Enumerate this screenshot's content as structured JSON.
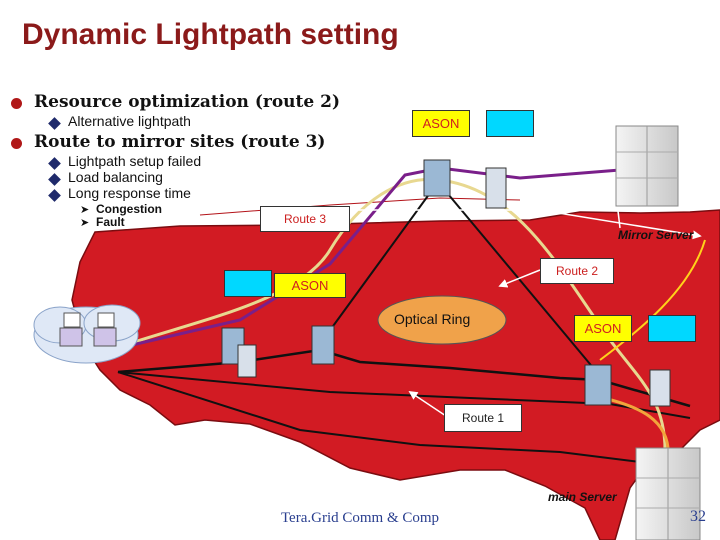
{
  "slide": {
    "title": "Dynamic Lightpath setting",
    "page_number": "32",
    "footer": "Tera.Grid Comm & Comp"
  },
  "bullets": {
    "b1": "Resource optimization (route 2)",
    "b1_sub": "Alternative lightpath",
    "b2": "Route to mirror sites (route 3)",
    "b2_subs": [
      "Lightpath setup failed",
      "Load balancing",
      "Long response time"
    ],
    "b2_subsubs": [
      "Congestion",
      "Fault"
    ]
  },
  "network": {
    "ason_labels": [
      "ASON",
      "ASON",
      "ASON"
    ],
    "route_labels": [
      "Route 1",
      "Route 2",
      "Route 3"
    ],
    "ring_label": "Optical Ring",
    "mirror_server": "Mirror Server",
    "main_server": "main Server",
    "colors": {
      "map_fill": "#d21b23",
      "route1_line": "#111111",
      "route2_line": "#e8d890",
      "route3_line": "#7a1f8a",
      "ason_label_bg": "#ffff00",
      "cyan_box": "#00d8ff",
      "title": "#8b1a1a"
    }
  }
}
